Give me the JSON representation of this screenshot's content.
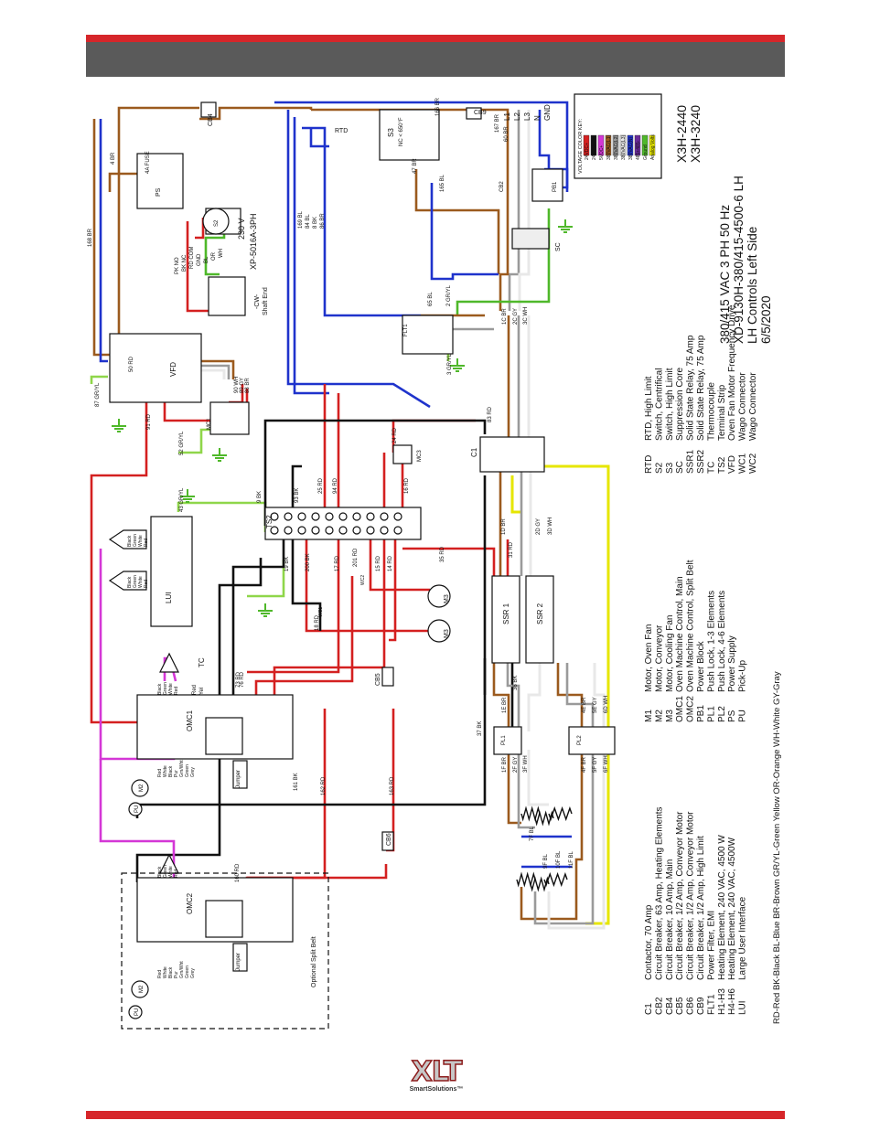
{
  "colors": {
    "band": "#d6262a",
    "brown": "#9b5a1e",
    "blue": "#1f33cc",
    "red": "#d42020",
    "black": "#111111",
    "green": "#4fb82a",
    "yellow": "#e6e600",
    "grey": "#9a9a9a",
    "white": "#e8e8e8",
    "magenta": "#d437d6",
    "gryl": "#8fd64a"
  },
  "title": {
    "models": [
      "X3H-2440",
      "X3H-3240"
    ],
    "specs": [
      "380/415 VAC 3 PH 50 Hz",
      "XD-9130H-380/415-4500-6 LH",
      "LH Controls Left Side",
      "6/5/2020"
    ]
  },
  "voltage_key": {
    "heading": "VOLTAGE COLOR KEY:",
    "entries": [
      {
        "label": "24VDC+",
        "color": "#d42020"
      },
      {
        "label": "24VDC-",
        "color": "#111111"
      },
      {
        "label": "5VDC+",
        "color": "#d437d6"
      },
      {
        "label": "380VAC(L1)",
        "color": "#9b5a1e"
      },
      {
        "label": "380VAC(L2)",
        "color": "#9a9a9a"
      },
      {
        "label": "380VAC(L3)",
        "color": "#e8e8e8"
      },
      {
        "label": "380VAC(N)",
        "color": "#1f33cc"
      },
      {
        "label": "485+485-",
        "color": "#6a2a9a"
      },
      {
        "label": "Ground",
        "color": "#4fb82a"
      },
      {
        "label": "Analog Volts",
        "color": "#e6e600"
      }
    ]
  },
  "legend_col1": [
    {
      "code": "C1",
      "desc": "Contactor, 70 Amp"
    },
    {
      "code": "CB2",
      "desc": "Circuit Breaker, 63 Amp, Heating Elements"
    },
    {
      "code": "CB4",
      "desc": "Circuit Breaker, 10 Amp, Main"
    },
    {
      "code": "CB5",
      "desc": "Circuit Breaker, 1/2 Amp, Conveyor Motor"
    },
    {
      "code": "CB6",
      "desc": "Circuit Breaker, 1/2 Amp, Conveyor Motor"
    },
    {
      "code": "CB9",
      "desc": "Circuit Breaker, 1/2 Amp, High Limit"
    },
    {
      "code": "FLT1",
      "desc": "Power Filter, EMI"
    },
    {
      "code": "H1-H3",
      "desc": "Heating Element, 240 VAC, 4500 W"
    },
    {
      "code": "H4-H6",
      "desc": "Heating Element, 240 VAC, 4500W"
    },
    {
      "code": "LUI",
      "desc": "Large User Interface"
    }
  ],
  "legend_col2": [
    {
      "code": "M1",
      "desc": "Motor, Oven Fan"
    },
    {
      "code": "M2",
      "desc": "Motor, Conveyor"
    },
    {
      "code": "M3",
      "desc": "Motor, Cooling Fan"
    },
    {
      "code": "OMC1",
      "desc": "Oven Machine Control, Main"
    },
    {
      "code": "OMC2",
      "desc": "Oven Machine Control, Split Belt"
    },
    {
      "code": "PB1",
      "desc": "Power Block"
    },
    {
      "code": "PL1",
      "desc": "Push Lock, 1-3 Elements"
    },
    {
      "code": "PL2",
      "desc": "Push Lock, 4-6 Elements"
    },
    {
      "code": "PS",
      "desc": "Power Supply"
    },
    {
      "code": "PU",
      "desc": "Pick-Up"
    }
  ],
  "legend_col3": [
    {
      "code": "RTD",
      "desc": "RTD, High Limit"
    },
    {
      "code": "S2",
      "desc": "Switch, Centrifical"
    },
    {
      "code": "S3",
      "desc": "Switch, High Limit"
    },
    {
      "code": "SC",
      "desc": "Suppression Core"
    },
    {
      "code": "SSR1",
      "desc": "Solid State Relay, 75 Amp"
    },
    {
      "code": "SSR2",
      "desc": "Solid State Relay, 75 Amp"
    },
    {
      "code": "TC",
      "desc": "Thermocouple"
    },
    {
      "code": "TS2",
      "desc": "Terminal Strip"
    },
    {
      "code": "VFD",
      "desc": "Oven Fan Motor Frequency Drive"
    },
    {
      "code": "WC1",
      "desc": "Wago Connector"
    },
    {
      "code": "WC2",
      "desc": "Wago Connector"
    }
  ],
  "color_abbrev": "RD-Red   BK-Black   BL-Blue   BR-Brown   GR/YL-Green Yellow   OR-Orange   WH-White   GY-Gray",
  "components": {
    "omc1": "OMC1",
    "omc2": "OMC2",
    "ts2": "TS2",
    "vfd": "VFD",
    "lui": "LUI",
    "ssr1": "SSR 1",
    "ssr2": "SSR 2",
    "c1": "C1",
    "flt1": "FLT1",
    "ps": "PS",
    "fuse": "4A FUSE",
    "cb4": "CB4",
    "cb5": "CB5",
    "cb6": "CB6",
    "cb9": "CB9",
    "cb2": "CB2",
    "pb1": "PB1",
    "s3": "S3",
    "s3_rating": "NC < 650°F",
    "rtd": "RTD",
    "sc": "SC",
    "mc1": "MC1",
    "mc3": "MC3",
    "m3a": "M3",
    "m3b": "M3",
    "m2a": "M2",
    "m2b": "M2",
    "pua": "PU",
    "pub": "PU",
    "tc": "TC",
    "pl1": "PL1",
    "pl2": "PL2",
    "wc1": "WC1",
    "wc2": "WC2",
    "optional": "Optional Split Belt",
    "jumper_a": "Jumper",
    "jumper_b": "Jumper"
  },
  "motor_m1": {
    "voltage": "230 V",
    "model": "XP-5016A-3PH",
    "rotation": "-CW-",
    "shaft": "Shaft End",
    "s2": "S2"
  },
  "mains": [
    "L1",
    "L2",
    "L3",
    "N",
    "GND"
  ],
  "wire_labels": [
    "168 BR",
    "4 BR",
    "166 BR",
    "167 BR",
    "47 BR",
    "165 BL",
    "169 BL",
    "84 BL",
    "8 BK",
    "86 BR",
    "65 BL",
    "2 GR/YL",
    "1C BR",
    "2C GY",
    "3C WH",
    "3 GR/YL",
    "87 GR/YL",
    "91 RD",
    "50 RD",
    "52 GR/YL",
    "83 RD",
    "24 RD",
    "16 RD",
    "93 BK",
    "25 RD",
    "94 RD",
    "9 BK",
    "43 GR/YL",
    "19 BK",
    "200 BK",
    "17 RD",
    "201 RD",
    "15 RD",
    "14 RD",
    "35 RD",
    "31 RD",
    "1D BR",
    "2D GY",
    "3D WH",
    "18 RD",
    "76 RD",
    "73 RD",
    "36 BK",
    "37 BK",
    "161 BK",
    "162 RD",
    "163 RD",
    "160 RD",
    "1E BR",
    "4E BR",
    "5E GY",
    "6D WH",
    "1F BR",
    "2F GY",
    "3F WH",
    "4F BR",
    "5F GY",
    "6F WH",
    "7F BL",
    "9F BL",
    "10F BL",
    "11F BL",
    "90 WH",
    "89 GY",
    "88 BR",
    "60 BR"
  ],
  "s2_wires": [
    "PK NO",
    "BK NC",
    "RD COM",
    "GND",
    "BL",
    "OR",
    "WH"
  ],
  "lui_wires": [
    "Black",
    "Green",
    "White",
    "Red"
  ],
  "omc_p11": [
    "Black",
    "Green",
    "White",
    "Red"
  ],
  "omc_p9": [
    "Red",
    "White",
    "Black",
    "Pur",
    "Grn/Wht",
    "Green",
    "Grey"
  ],
  "tc_wires": [
    "Red",
    "Yel"
  ],
  "logo": {
    "brand": "XLT",
    "tagline": "SmartSolutions™"
  }
}
